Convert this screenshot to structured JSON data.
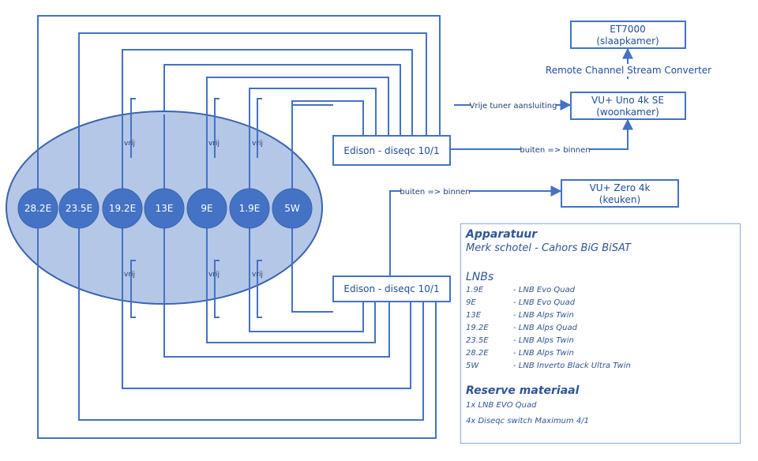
{
  "satellites": [
    {
      "label": "28.2E",
      "vrij_top": false,
      "vrij_bottom": false
    },
    {
      "label": "23.5E",
      "vrij_top": false,
      "vrij_bottom": false
    },
    {
      "label": "19.2E",
      "vrij_top": true,
      "vrij_bottom": true
    },
    {
      "label": "13E",
      "vrij_top": false,
      "vrij_bottom": false
    },
    {
      "label": "9E",
      "vrij_top": true,
      "vrij_bottom": true
    },
    {
      "label": "1.9E",
      "vrij_top": true,
      "vrij_bottom": true
    },
    {
      "label": "5W",
      "vrij_top": false,
      "vrij_bottom": false
    }
  ],
  "vrij_label": "vrij",
  "switch_top": "Edison - diseqc 10/1",
  "switch_bottom": "Edison - diseqc 10/1",
  "receivers": {
    "et7000": {
      "line1": "ET7000",
      "line2": "(slaapkamer)"
    },
    "vu_uno": {
      "line1": "VU+ Uno 4k SE",
      "line2": "(woonkamer)"
    },
    "vu_zero": {
      "line1": "VU+ Zero 4k",
      "line2": "(keuken)"
    }
  },
  "labels": {
    "remote_converter": "Remote Channel Stream Converter",
    "vrije_tuner": "Vrije tuner aansluiting",
    "buiten_binnen_top": "buiten => binnen",
    "buiten_binnen_bottom": "buiten => binnen"
  },
  "info": {
    "title": "Apparatuur",
    "dish": "Merk schotel - Cahors BiG BiSAT",
    "lnb_title": "LNBs",
    "lnbs": [
      {
        "pos": "1.9E",
        "model": "- LNB Evo Quad"
      },
      {
        "pos": "9E",
        "model": "- LNB Evo Quad"
      },
      {
        "pos": "13E",
        "model": "- LNB Alps Twin"
      },
      {
        "pos": "19.2E",
        "model": "- LNB Alps Quad"
      },
      {
        "pos": "23.5E",
        "model": "- LNB Alps Twin"
      },
      {
        "pos": "28.2E",
        "model": "- LNB Alps Twin"
      },
      {
        "pos": "5W",
        "model": "- LNB Inverto Black Ultra Twin"
      }
    ],
    "reserve_title": "Reserve materiaal",
    "reserve": [
      "1x LNB EVO Quad",
      "4x Diseqc switch Maximum 4/1"
    ]
  },
  "colors": {
    "accent": "#4472c4",
    "ellipse_fill": "#b4c7e7",
    "text": "#2f5597"
  }
}
